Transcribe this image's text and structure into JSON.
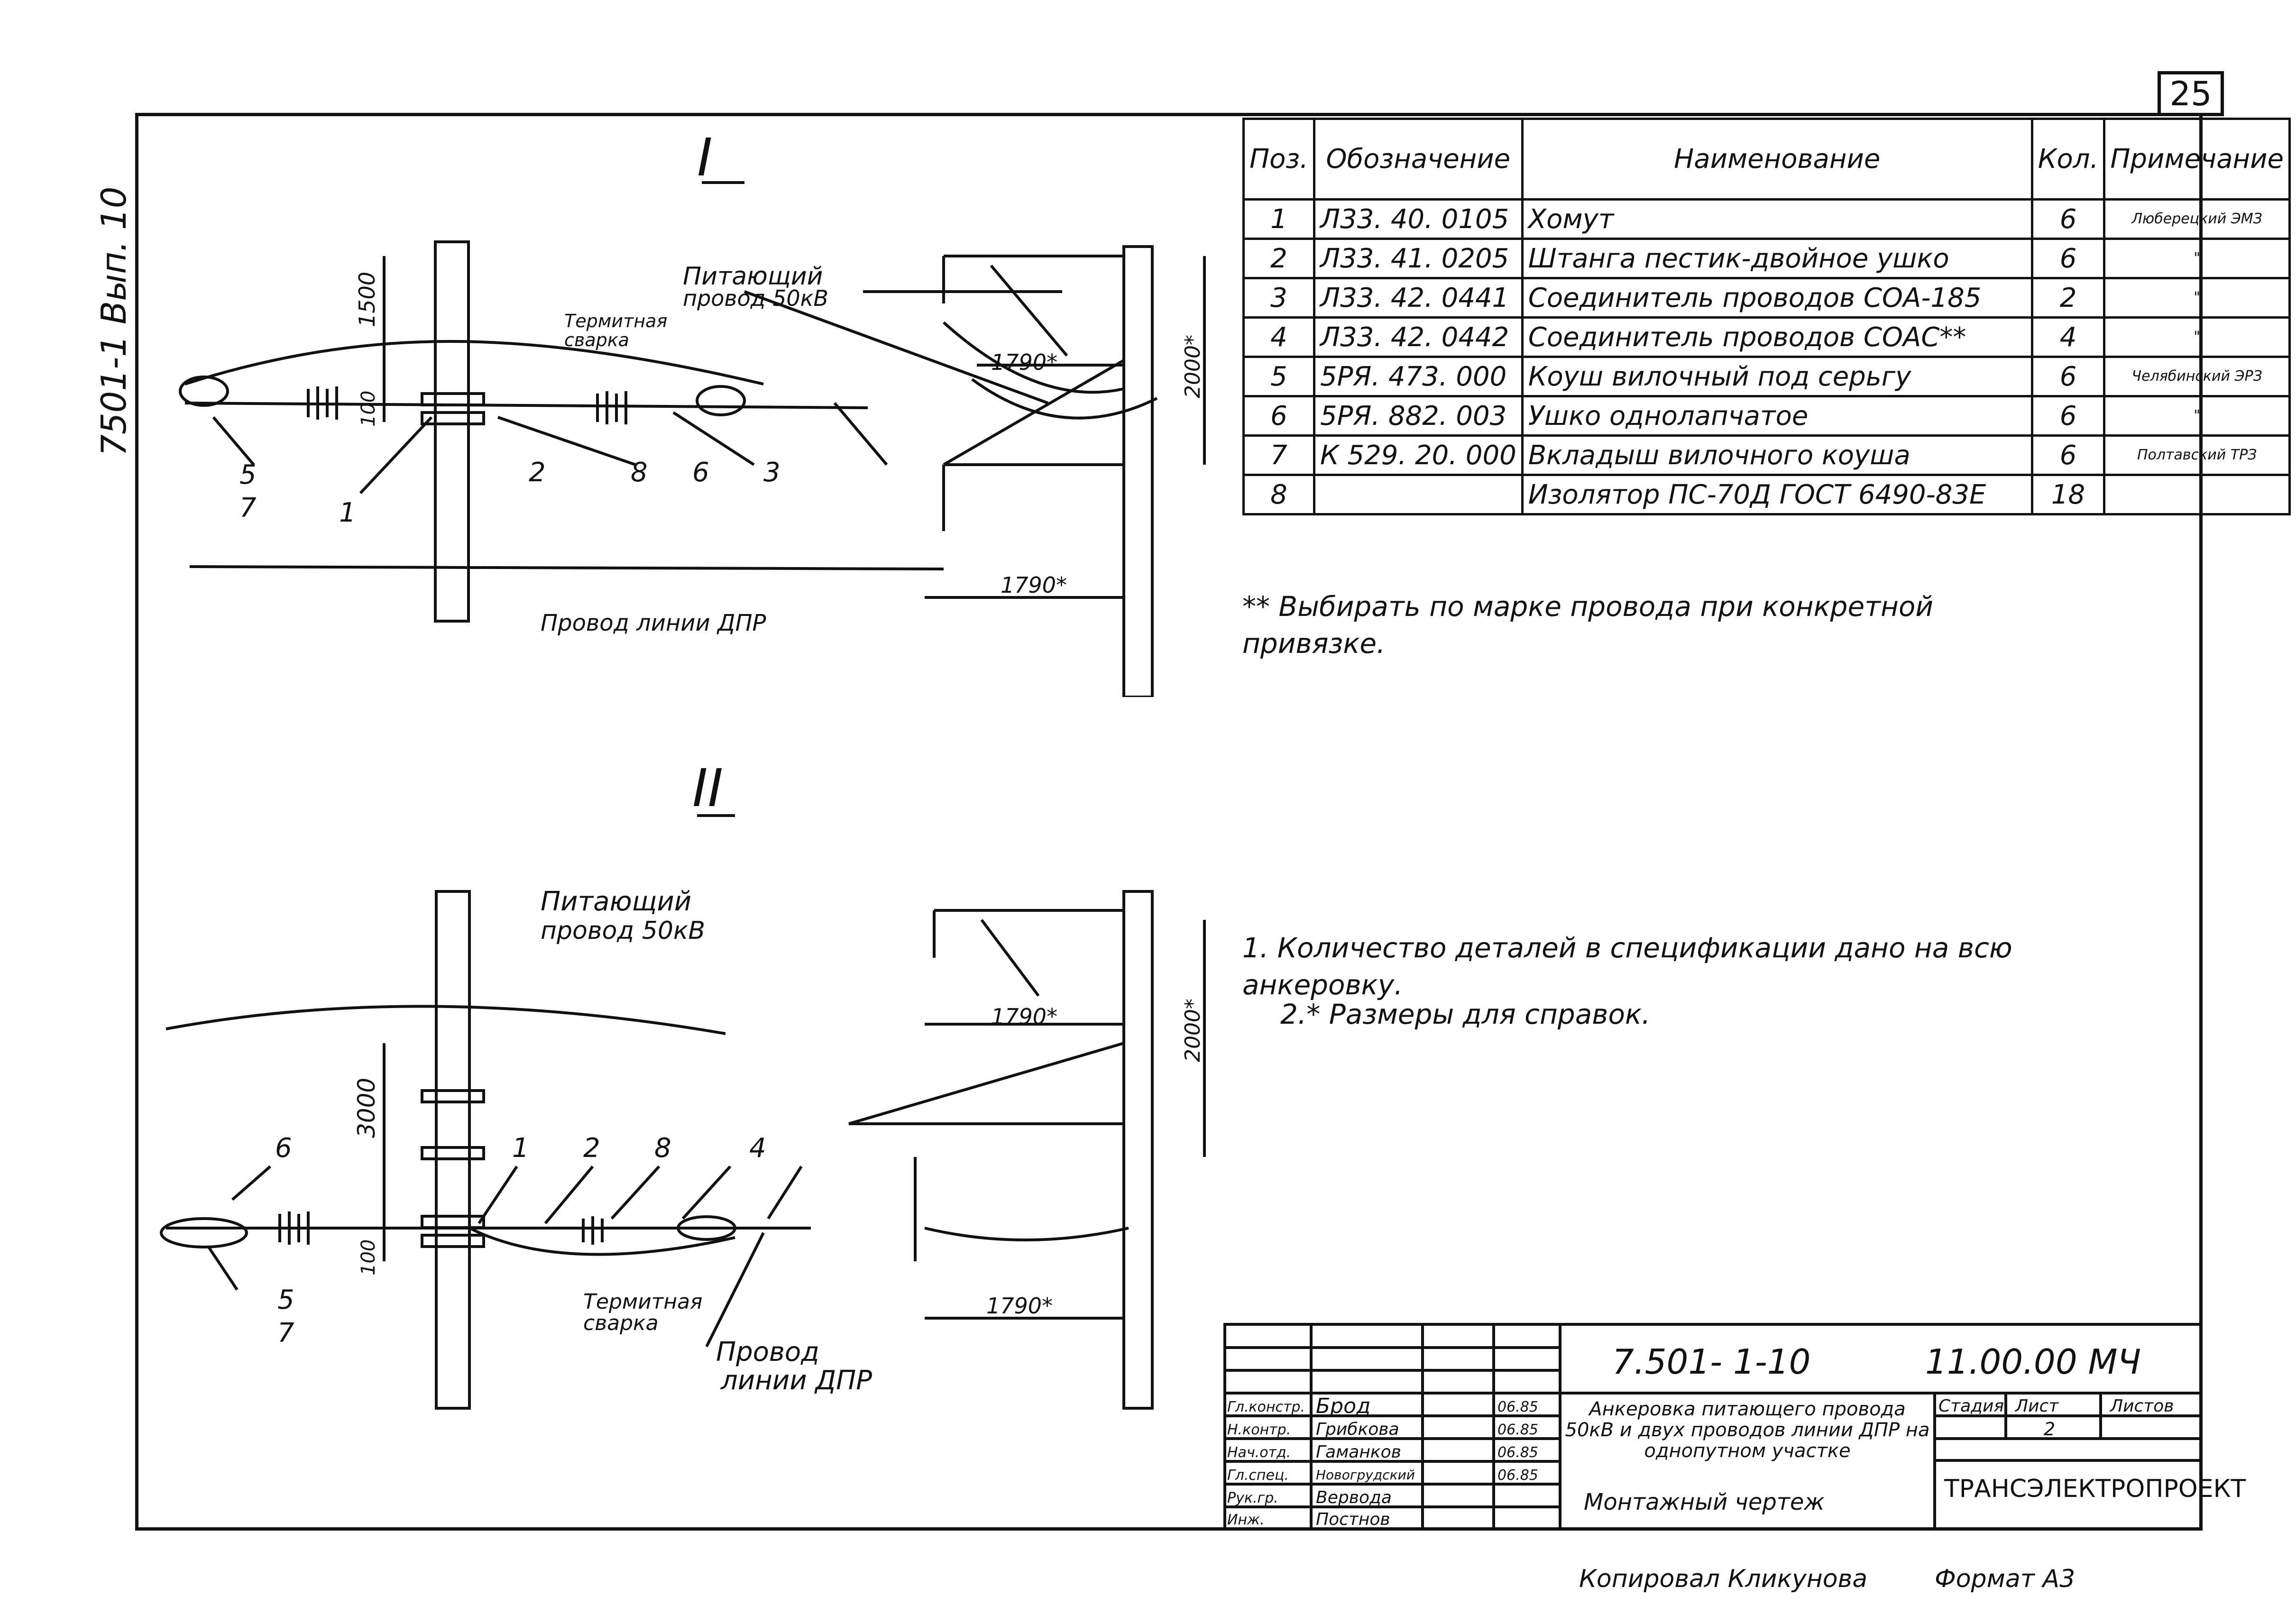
{
  "page_number": "25",
  "side_label": "7501-1 Вып. 10",
  "views": {
    "view1": {
      "title": "I",
      "labels": {
        "feeder": "Питающий",
        "feeder2": "провод 50кВ",
        "thermit1": "Термитная",
        "thermit2": "сварка",
        "dpr": "Провод линии ДПР",
        "dim_1500": "1500",
        "dim_100": "100",
        "dim_1790a": "1790*",
        "dim_1790b": "1790*",
        "dim_2000": "2000*",
        "pos": [
          "5",
          "7",
          "1",
          "2",
          "8",
          "6",
          "3"
        ]
      }
    },
    "view2": {
      "title": "II",
      "labels": {
        "feeder": "Питающий",
        "feeder2": "провод 50кВ",
        "thermit1": "Термитная",
        "thermit2": "сварка",
        "dpr1": "Провод",
        "dpr2": "линии ДПР",
        "dim_3000": "3000",
        "dim_100": "100",
        "dim_1790a": "1790*",
        "dim_1790b": "1790*",
        "dim_2000": "2000*",
        "pos": [
          "6",
          "1",
          "2",
          "8",
          "4",
          "5",
          "7"
        ]
      }
    }
  },
  "spec_table": {
    "headers": [
      "Поз.",
      "Обозначение",
      "Наименование",
      "Кол.",
      "Примечание"
    ],
    "rows": [
      [
        "1",
        "Л33. 40. 0105",
        "Хомут",
        "6",
        "Люберецкий ЭМЗ"
      ],
      [
        "2",
        "Л33. 41. 0205",
        "Штанга пестик-двойное ушко",
        "6",
        "\""
      ],
      [
        "3",
        "Л33. 42. 0441",
        "Соединитель проводов СОА-185",
        "2",
        "\""
      ],
      [
        "4",
        "Л33. 42. 0442",
        "Соединитель проводов СОАС**",
        "4",
        "\""
      ],
      [
        "5",
        "5РЯ. 473. 000",
        "Коуш вилочный под серьгу",
        "6",
        "Челябинский ЭРЗ"
      ],
      [
        "6",
        "5РЯ. 882. 003",
        "Ушко однолапчатое",
        "6",
        "\""
      ],
      [
        "7",
        "К 529. 20. 000",
        "Вкладыш вилочного коуша",
        "6",
        "Полтавский ТРЗ"
      ],
      [
        "8",
        "",
        "Изолятор ПС-70Д ГОСТ 6490-83Е",
        "18",
        ""
      ]
    ]
  },
  "note_star": "** Выбирать по марке провода при конкретной привязке.",
  "notes": [
    "1. Количество деталей в спецификации дано на всю анкеровку.",
    "2.* Размеры для справок."
  ],
  "title_block": {
    "doc_code": "7.501- 1-10",
    "doc_code2": "11.00.00 МЧ",
    "title": "Анкеровка питающего провода 50кВ и двух проводов линии ДПР на однопутном участке",
    "subtitle": "Монтажный чертеж",
    "stage_label": "Стадия",
    "sheet_label": "Лист",
    "sheets_label": "Листов",
    "sheet_value": "2",
    "org": "ТРАНСЭЛЕКТРОПРОЕКТ",
    "signers": [
      [
        "Гл.констр.",
        "Брод",
        "06.85"
      ],
      [
        "Н.контр.",
        "Грибкова",
        "06.85"
      ],
      [
        "Нач.отд.",
        "Гаманков",
        "06.85"
      ],
      [
        "Гл.спец.",
        "Новогрудский",
        "06.85"
      ],
      [
        "Рук.гр.",
        "Вервода",
        ""
      ],
      [
        "Инж.",
        "Постнов",
        ""
      ]
    ]
  },
  "footer_copied": "Копировал Кликунова",
  "footer_format": "Формат А3"
}
